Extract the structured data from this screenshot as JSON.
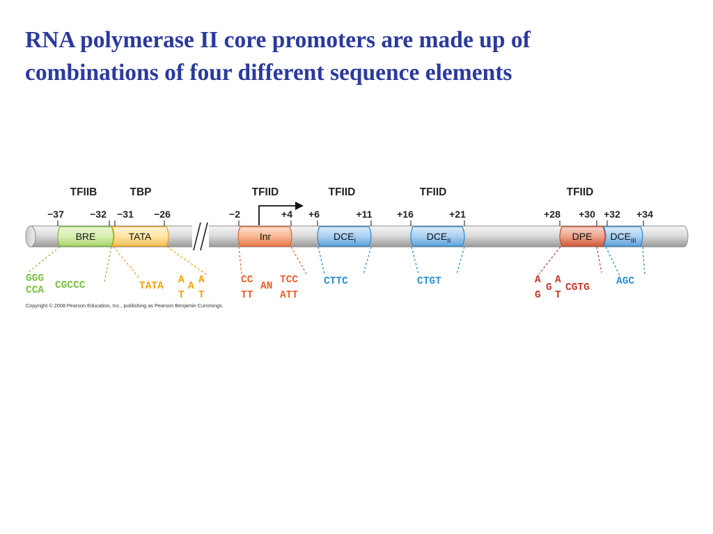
{
  "slide": {
    "title_line1": "RNA polymerase II core promoters are made up of",
    "title_line2": "combinations of four different sequence elements"
  },
  "figure": {
    "factors": {
      "tfiib": "TFIIB",
      "tbp": "TBP",
      "tfiid_inr": "TFIID",
      "tfiid_dce1": "TFIID",
      "tfiid_dce2": "TFIID",
      "tfiid_dpe": "TFIID"
    },
    "positions": {
      "m37": "−37",
      "m32": "−32",
      "m31": "−31",
      "m26": "−26",
      "m2": "−2",
      "p4": "+4",
      "p6": "+6",
      "p11": "+11",
      "p16": "+16",
      "p21": "+21",
      "p28": "+28",
      "p30": "+30",
      "p32": "+32",
      "p34": "+34"
    },
    "elements": {
      "bre": "BRE",
      "tata": "TATA",
      "inr": "Inr",
      "dce_main": "DCE",
      "dce1_sub": "I",
      "dce2_sub": "II",
      "dpe": "DPE",
      "dce3_sub": "III"
    },
    "sequences": {
      "bre_top": "GGG",
      "bre_bottom": "CCA",
      "bre_tail": "CGCCC",
      "tata_main": "TATA",
      "tata_a1": "A",
      "tata_t1": "T",
      "tata_a2": "A",
      "tata_a3": "A",
      "tata_t2": "T",
      "inr_top": "CC",
      "inr_bottom": "TT",
      "inr_mid": "AN",
      "inr_top2": "TCC",
      "inr_bottom2": "ATT",
      "dce1": "CTTC",
      "dce2": "CTGT",
      "dpe_a": "A",
      "dpe_g": "G",
      "dpe_g2": "G",
      "dpe_a2": "A",
      "dpe_t": "T",
      "dpe_tail": "CGTG",
      "dce3": "AGC"
    },
    "copyright": "Copyright © 2008 Pearson Education, Inc., publishing as Pearson Benjamin Cummings."
  },
  "colors": {
    "title": "#2b3a9c",
    "bre": "#8cc63f",
    "tata": "#f0a30a",
    "inr": "#e8612c",
    "dce": "#2a8fd0",
    "dpe": "#c0392b",
    "dna_bar": "#d9d9d9"
  }
}
